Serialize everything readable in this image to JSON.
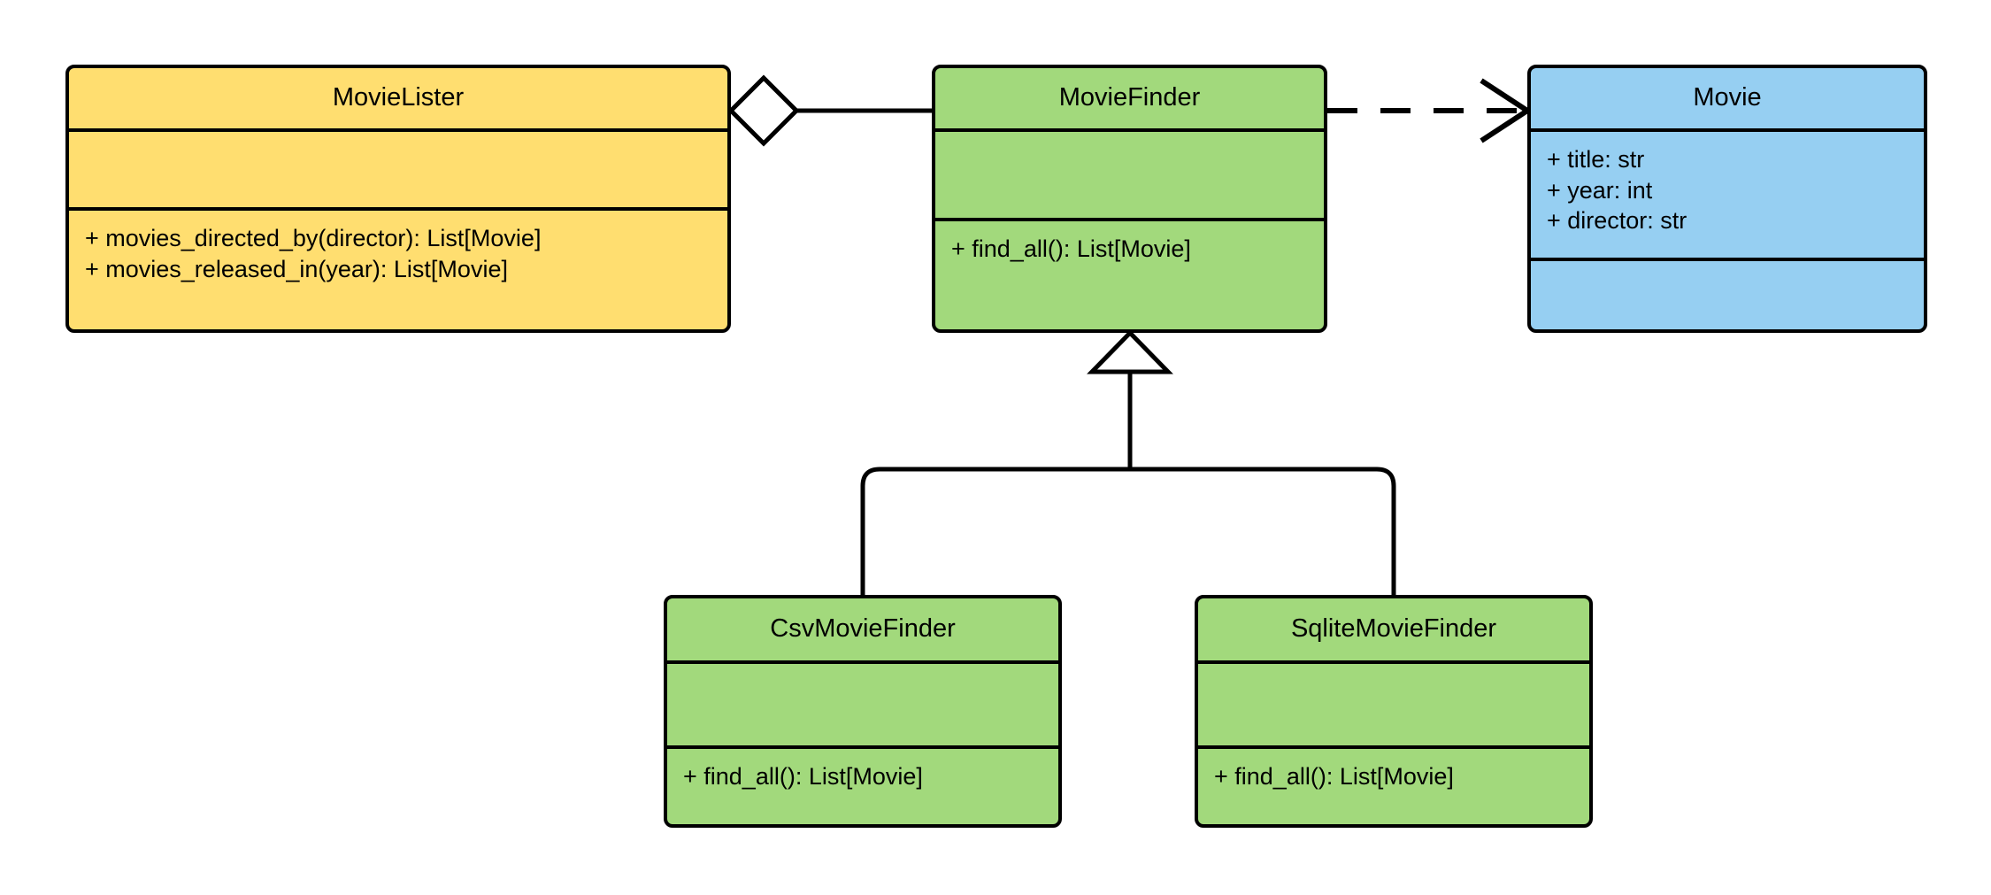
{
  "diagram": {
    "title": "UML class diagram",
    "kind": "uml-class-diagram",
    "background_color": "#ffffff",
    "line_color": "#000000"
  },
  "colors": {
    "movie_lister_fill": "#FFDE70",
    "movie_finder_fill": "#A2D97C",
    "movie_fill": "#96CFF2",
    "stroke": "#000000"
  },
  "classes": {
    "movie_lister": {
      "name": "MovieLister",
      "attributes": [],
      "methods": [
        "+ movies_directed_by(director): List[Movie]",
        "+ movies_released_in(year): List[Movie]"
      ]
    },
    "movie_finder": {
      "name": "MovieFinder",
      "attributes": [],
      "methods": [
        "+ find_all(): List[Movie]"
      ]
    },
    "movie": {
      "name": "Movie",
      "attributes": [
        "+ title: str",
        "+ year: int",
        "+ director: str"
      ],
      "methods": []
    },
    "csv_movie_finder": {
      "name": "CsvMovieFinder",
      "attributes": [],
      "methods": [
        "+ find_all(): List[Movie]"
      ]
    },
    "sqlite_movie_finder": {
      "name": "SqliteMovieFinder",
      "attributes": [],
      "methods": [
        "+ find_all(): List[Movie]"
      ]
    }
  },
  "relationships": [
    {
      "id": "aggregation-lister-finder",
      "type": "aggregation",
      "source": "MovieLister",
      "target": "MovieFinder",
      "line_style": "solid",
      "source_marker": "hollow-diamond",
      "target_marker": "none"
    },
    {
      "id": "dependency-finder-movie",
      "type": "dependency",
      "source": "MovieFinder",
      "target": "Movie",
      "line_style": "dashed",
      "source_marker": "none",
      "target_marker": "open-arrow"
    },
    {
      "id": "generalization-csv-finder",
      "type": "generalization",
      "source": "CsvMovieFinder",
      "target": "MovieFinder",
      "line_style": "solid",
      "source_marker": "none",
      "target_marker": "hollow-triangle"
    },
    {
      "id": "generalization-sqlite-finder",
      "type": "generalization",
      "source": "SqliteMovieFinder",
      "target": "MovieFinder",
      "line_style": "solid",
      "source_marker": "none",
      "target_marker": "hollow-triangle"
    }
  ]
}
